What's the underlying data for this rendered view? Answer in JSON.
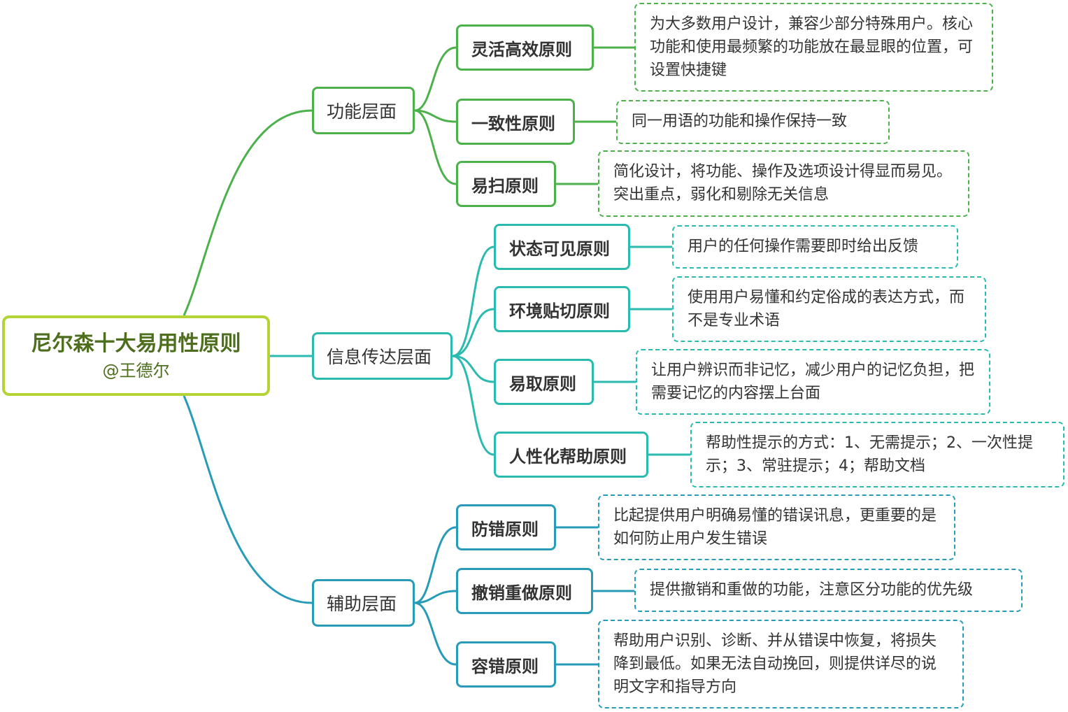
{
  "root": {
    "title": "尼尔森十大易用性原则",
    "author": "@王德尔"
  },
  "colors": {
    "root": "#b4d334",
    "green": "#4db14b",
    "teal": "#2bbaaf",
    "blue": "#289bb8"
  },
  "branches": [
    {
      "label": "功能层面",
      "principles": [
        {
          "name": "灵活高效原则",
          "desc": "为大多数用户设计，兼容少部分特殊用户。核心功能和使用最频繁的功能放在最显眼的位置，可设置快捷键"
        },
        {
          "name": "一致性原则",
          "desc": "同一用语的功能和操作保持一致"
        },
        {
          "name": "易扫原则",
          "desc": "简化设计，将功能、操作及选项设计得显而易见。突出重点，弱化和剔除无关信息"
        }
      ]
    },
    {
      "label": "信息传达层面",
      "principles": [
        {
          "name": "状态可见原则",
          "desc": "用户的任何操作需要即时给出反馈"
        },
        {
          "name": "环境贴切原则",
          "desc": "使用用户易懂和约定俗成的表达方式，而不是专业术语"
        },
        {
          "name": "易取原则",
          "desc": "让用户辨识而非记忆，减少用户的记忆负担，把需要记忆的内容摆上台面"
        },
        {
          "name": "人性化帮助原则",
          "desc": "帮助性提示的方式：1、无需提示；2、一次性提示；3、常驻提示；4；帮助文档"
        }
      ]
    },
    {
      "label": "辅助层面",
      "principles": [
        {
          "name": "防错原则",
          "desc": "比起提供用户明确易懂的错误讯息，更重要的是如何防止用户发生错误"
        },
        {
          "name": "撤销重做原则",
          "desc": "提供撤销和重做的功能，注意区分功能的优先级"
        },
        {
          "name": "容错原则",
          "desc": "帮助用户识别、诊断、并从错误中恢复，将损失降到最低。如果无法自动挽回，则提供详尽的说明文字和指导方向"
        }
      ]
    }
  ]
}
